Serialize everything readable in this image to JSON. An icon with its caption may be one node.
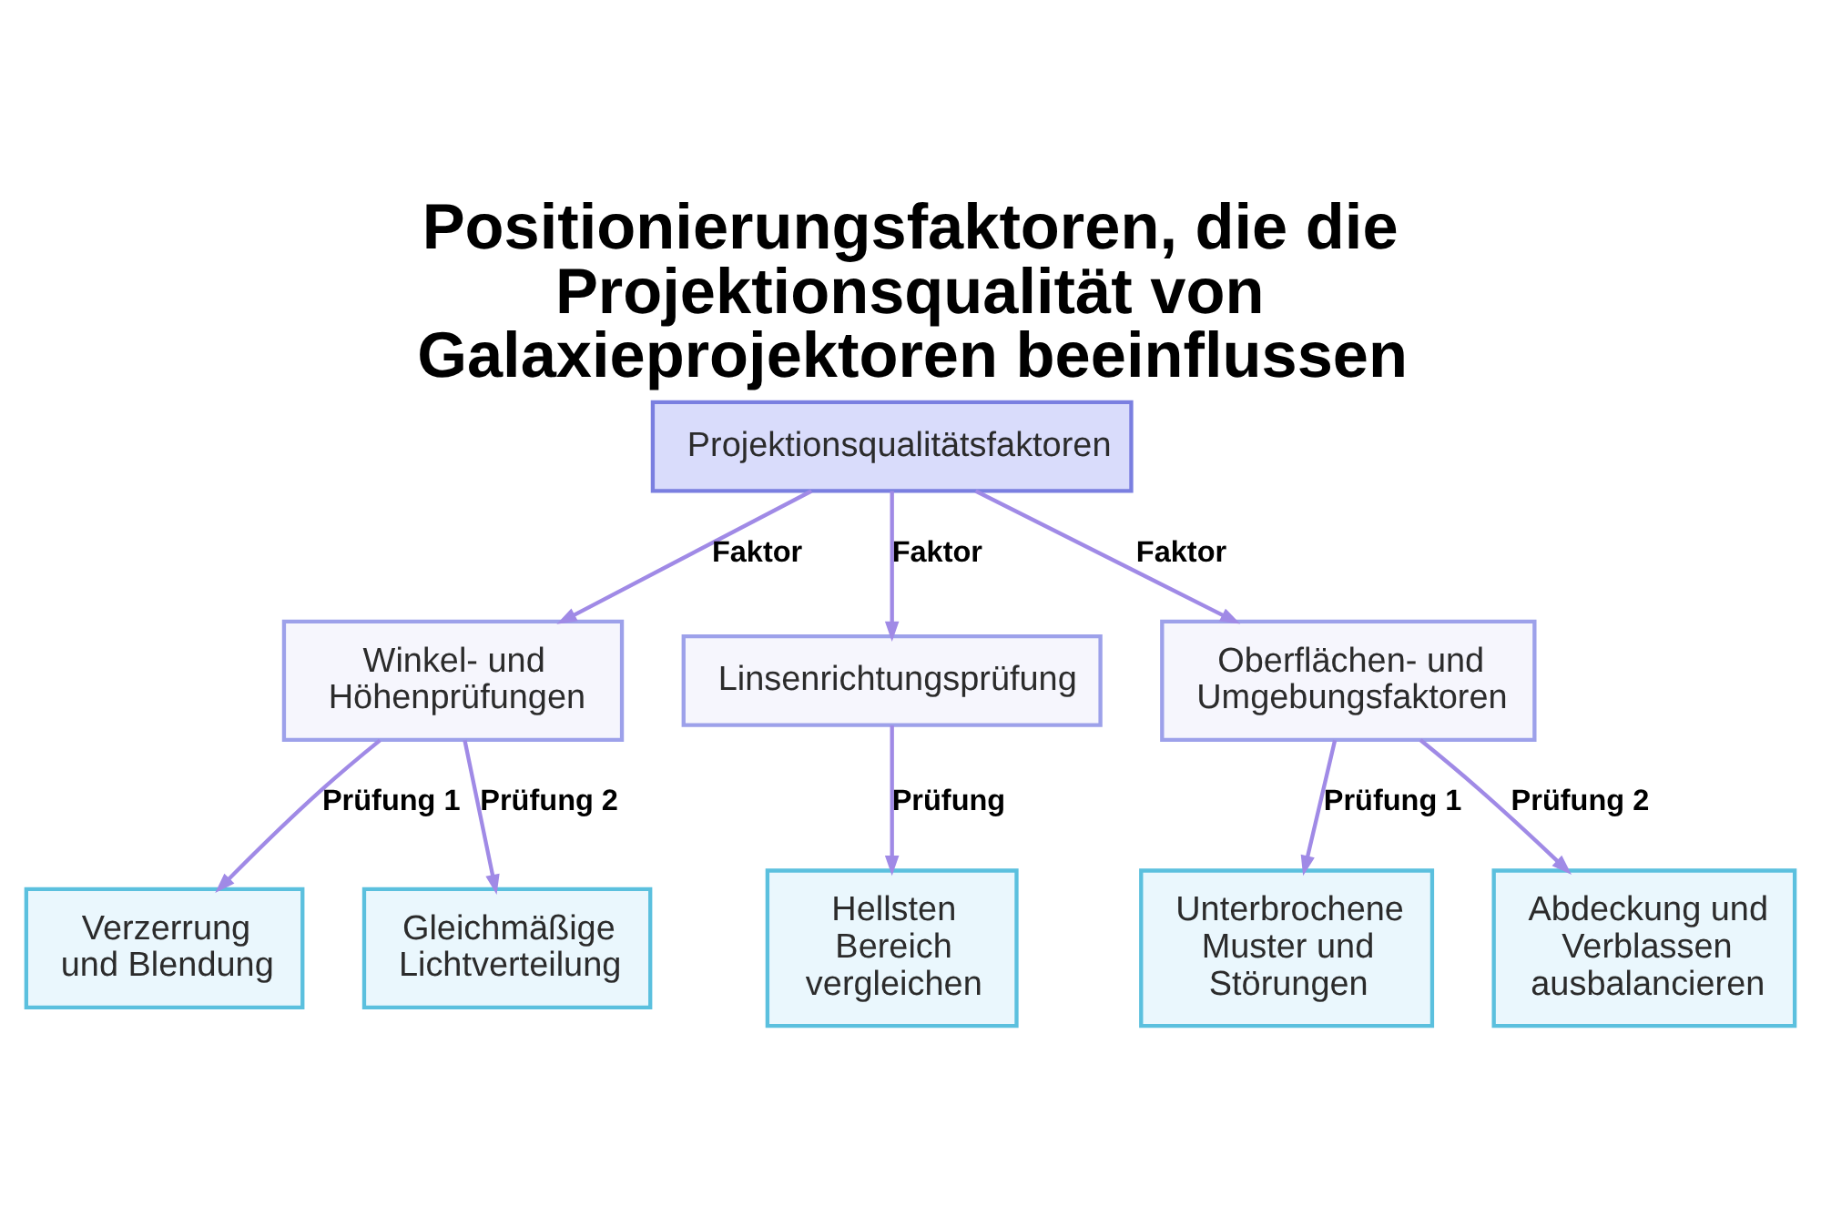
{
  "diagram": {
    "title": "Positionierungsfaktoren, die die Projektionsqualität von Galaxieprojektoren beeinflussen",
    "nodes": [
      {
        "text": [
          "Projektionsqualitätsfaktoren"
        ]
      },
      {
        "text": [
          "Winkel- und Höhenprüfungen"
        ]
      },
      {
        "text": [
          "Linsenrichtungsprüfung"
        ]
      },
      {
        "text": [
          "Oberflächen- und Umgebungsfaktoren"
        ]
      },
      {
        "text": [
          "Verzerrung und Blendung"
        ]
      },
      {
        "text": [
          "Gleichmäßige Lichtverteilung"
        ]
      },
      {
        "text": [
          "Hellsten Bereich vergleichen"
        ]
      },
      {
        "text": [
          "Unterbrochene Muster und Störungen"
        ]
      },
      {
        "text": [
          "Abdeckung und Verblassen ausbalancieren"
        ]
      }
    ],
    "edges": [
      {
        "from": 0,
        "to": 1,
        "arrow": "to",
        "label": "Faktor"
      },
      {
        "from": 0,
        "to": 2,
        "arrow": "to",
        "label": "Faktor"
      },
      {
        "from": 0,
        "to": 3,
        "arrow": "to",
        "label": "Faktor"
      },
      {
        "from": 1,
        "to": 4,
        "arrow": "to",
        "label": "Prüfung 1"
      },
      {
        "from": 1,
        "to": 5,
        "arrow": "to",
        "label": "Prüfung 2"
      },
      {
        "from": 2,
        "to": 6,
        "arrow": "to",
        "label": "Prüfung"
      },
      {
        "from": 3,
        "to": 7,
        "arrow": "to",
        "label": "Prüfung 1"
      },
      {
        "from": 3,
        "to": 8,
        "arrow": "to",
        "label": "Prüfung 2"
      }
    ]
  }
}
